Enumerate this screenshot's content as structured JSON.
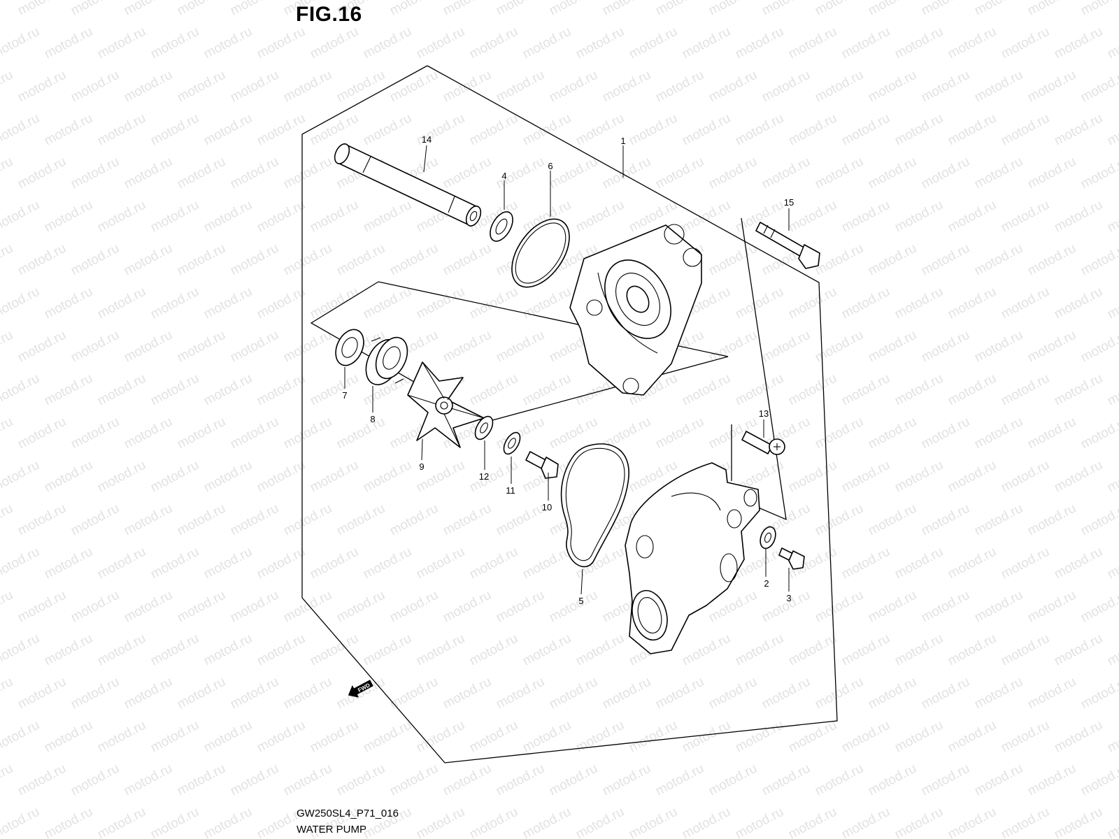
{
  "figure": {
    "title": "FIG.16",
    "code": "GW250SL4_P71_016",
    "name": "WATER PUMP"
  },
  "watermark": {
    "text": "motod.ru",
    "color": "#e2e2e2"
  },
  "callouts": [
    {
      "id": "c1",
      "label": "1"
    },
    {
      "id": "c2",
      "label": "2"
    },
    {
      "id": "c3",
      "label": "3"
    },
    {
      "id": "c4",
      "label": "4"
    },
    {
      "id": "c5",
      "label": "5"
    },
    {
      "id": "c6",
      "label": "6"
    },
    {
      "id": "c7",
      "label": "7"
    },
    {
      "id": "c8",
      "label": "8"
    },
    {
      "id": "c9",
      "label": "9"
    },
    {
      "id": "c10",
      "label": "10"
    },
    {
      "id": "c11",
      "label": "11"
    },
    {
      "id": "c12",
      "label": "12"
    },
    {
      "id": "c13",
      "label": "13"
    },
    {
      "id": "c14",
      "label": "14"
    },
    {
      "id": "c15",
      "label": "15"
    }
  ],
  "fwd_marker": {
    "label": "FWD",
    "icon": "fwd-arrow-icon"
  }
}
